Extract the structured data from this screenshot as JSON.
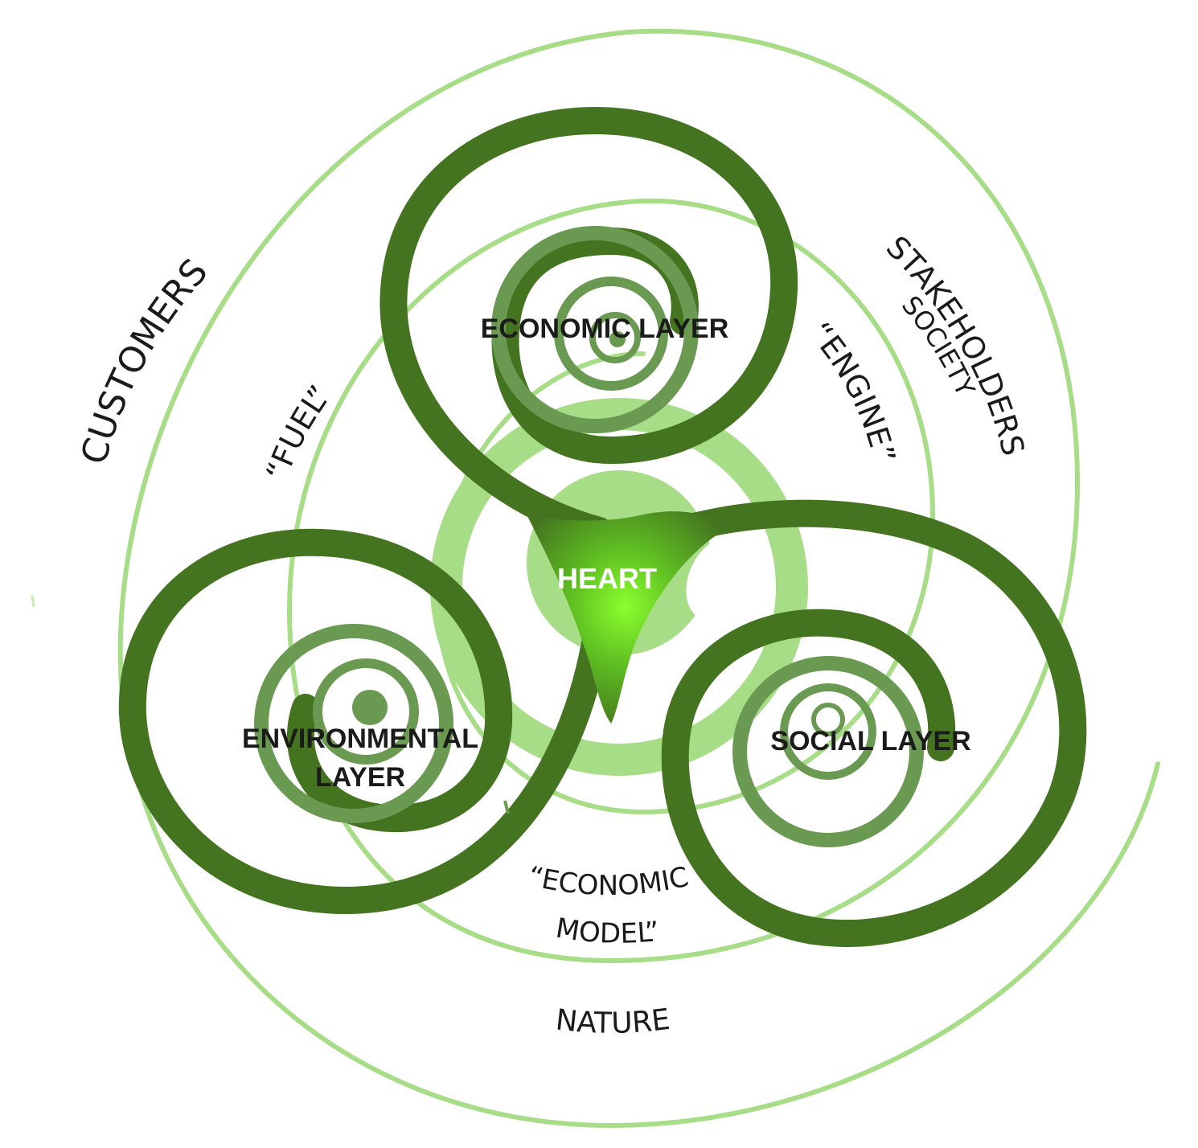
{
  "labels": {
    "customers": "CUSTOMERS",
    "stakeholders": "STAKEHOLDERS",
    "society": "SOCIETY",
    "fuel": "“FUEL”",
    "engine": "“ENGINE”",
    "economic_model_line1": "“ECONOMIC",
    "economic_model_line2": "MODEL”",
    "nature": "NATURE",
    "economic_layer": "ECONOMIC LAYER",
    "environmental_layer_line1": "ENVIRONMENTAL",
    "environmental_layer_line2": "LAYER",
    "social_layer": "SOCIAL LAYER",
    "heart": "HEART"
  },
  "colors": {
    "light_green": "#a8dd88",
    "pale_green": "#c6ebb0",
    "mid_green": "#6a9a52",
    "dark_green": "#44741f",
    "heart_glow": "#7be02a"
  }
}
